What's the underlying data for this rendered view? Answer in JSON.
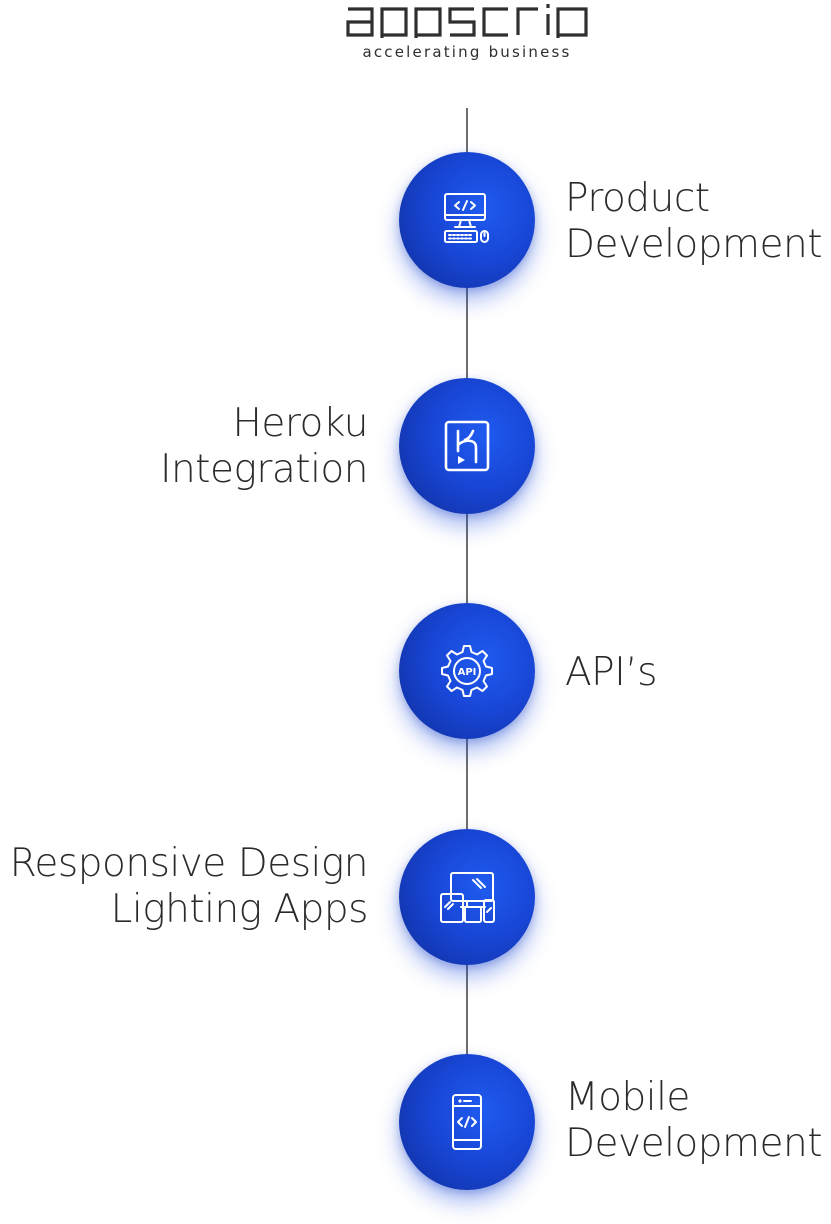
{
  "brand": {
    "name": "appscrip",
    "tagline": "accelerating business"
  },
  "colors": {
    "circle_primary": "#1a4ae0",
    "circle_dark": "#0f2c98",
    "line": "#6e6e6e",
    "text": "#2b2b2b"
  },
  "steps": [
    {
      "icon": "computer-code-icon",
      "side": "right",
      "label_lines": [
        "Product",
        "Development"
      ]
    },
    {
      "icon": "heroku-icon",
      "side": "left",
      "label_lines": [
        "Heroku",
        "Integration"
      ]
    },
    {
      "icon": "api-gear-icon",
      "side": "right",
      "label_lines": [
        "API’s"
      ]
    },
    {
      "icon": "responsive-devices-icon",
      "side": "left",
      "label_lines": [
        "Responsive Design",
        "Lighting Apps"
      ]
    },
    {
      "icon": "mobile-code-icon",
      "side": "right",
      "label_lines": [
        "Mobile",
        "Development"
      ]
    }
  ]
}
